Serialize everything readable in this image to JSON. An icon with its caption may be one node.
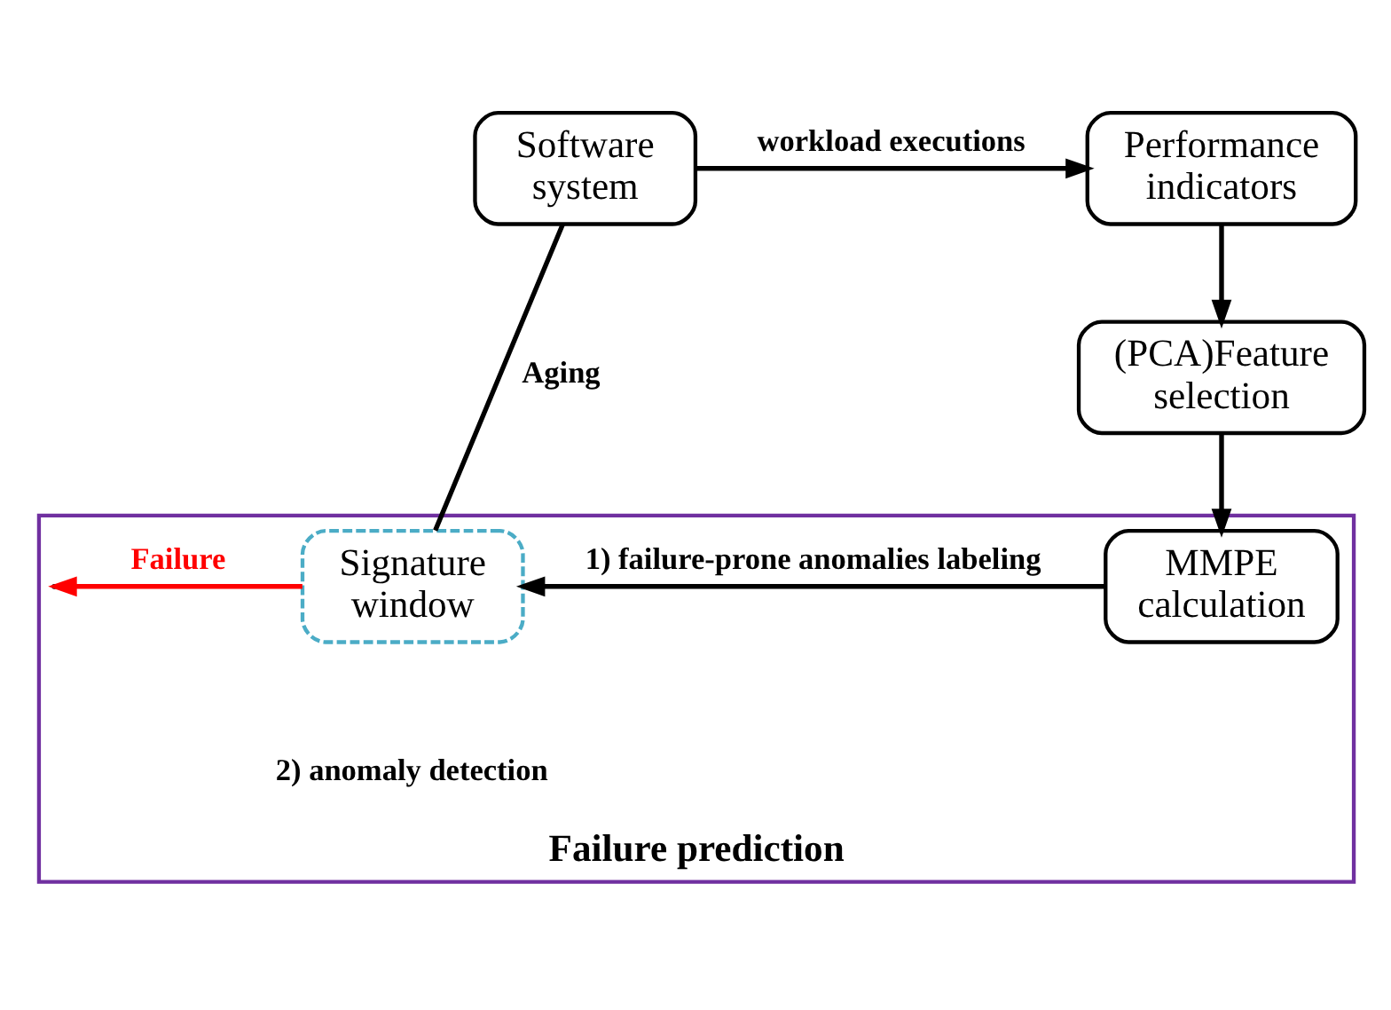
{
  "diagram": {
    "nodes": [
      {
        "text": [
          "Software system"
        ]
      },
      {
        "text": [
          "Performance indicators"
        ]
      },
      {
        "text": [
          "(PCA)Feature selection"
        ]
      },
      {
        "text": [
          "Failure prediction"
        ]
      },
      {
        "text": [
          "MMPE calculation"
        ],
        "in": 3
      },
      {
        "text": [
          "Signature window"
        ],
        "in": 3
      }
    ],
    "edges": [
      {
        "from": 0,
        "to": 1,
        "arrow": "to",
        "label": "workload executions"
      },
      {
        "from": 1,
        "to": 2,
        "arrow": "to"
      },
      {
        "from": 2,
        "to": 4,
        "arrow": "to"
      },
      {
        "from": 4,
        "to": 5,
        "arrow": "to",
        "label": "1) failure-prone anomalies labeling"
      },
      {
        "from": 0,
        "to": 5,
        "arrow": "none",
        "label": "Aging"
      },
      {
        "from": 5,
        "to": null,
        "arrow": "to",
        "label": "Failure",
        "color": "#ff0000"
      }
    ],
    "labels": [
      "2) anomaly detection"
    ]
  }
}
